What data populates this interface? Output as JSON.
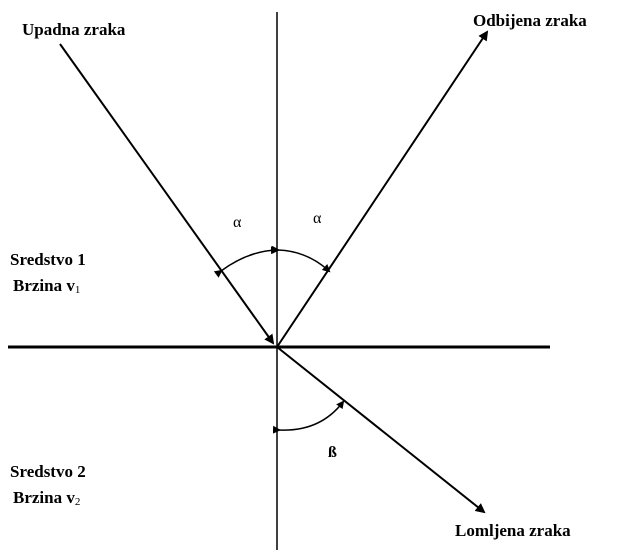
{
  "rays": {
    "incident": "Upadna zraka",
    "reflected": "Odbijena zraka",
    "refracted": "Lomljena zraka"
  },
  "media": {
    "medium1": {
      "name": "Sredstvo 1",
      "speed_label": "Brzina v",
      "speed_sub": "1"
    },
    "medium2": {
      "name": "Sredstvo 2",
      "speed_label": "Brzina v",
      "speed_sub": "2"
    }
  },
  "angles": {
    "incidence": "α",
    "reflection": "α",
    "refraction": "ß"
  },
  "colors": {
    "line": "#000000",
    "background": "#ffffff"
  }
}
